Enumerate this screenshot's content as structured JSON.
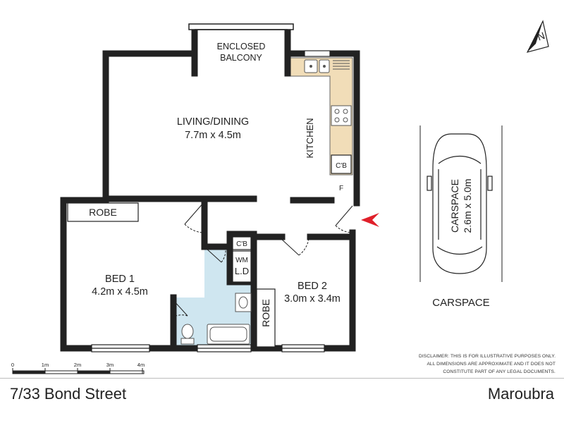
{
  "rooms": {
    "enclosed_balcony": [
      "ENCLOSED",
      "BALCONY"
    ],
    "living_dining": {
      "name": "LIVING/DINING",
      "dims": "7.7m x 4.5m"
    },
    "kitchen": "KITCHEN",
    "kitchen_cupboard": "C'B",
    "fridge": "F",
    "robe_bed1": "ROBE",
    "bed1": {
      "name": "BED 1",
      "dims": "4.2m x 4.5m"
    },
    "hall_cupboard": "C'B",
    "washing_machine": "WM",
    "linen_laundry": "L.D",
    "bed2": {
      "name": "BED 2",
      "dims": "3.0m x 3.4m"
    },
    "robe_bed2": "ROBE",
    "carspace_inner": {
      "name": "CARSPACE",
      "dims": "2.6m x 5.0m"
    },
    "carspace_label": "CARSPACE"
  },
  "scale_bar": {
    "ticks": [
      "0",
      "1m",
      "2m",
      "3m",
      "4m"
    ]
  },
  "disclaimer": [
    "DISCLAIMER: THIS IS FOR ILLUSTRATIVE PURPOSES ONLY.",
    "ALL DIMENSIONS ARE APPROXIMATE AND IT DOES NOT",
    "CONSTITUTE PART OF ANY LEGAL DOCUMENTS."
  ],
  "footer": {
    "address": "7/33 Bond Street",
    "suburb": "Maroubra"
  },
  "north_label": "N",
  "colors": {
    "wall": "#222222",
    "kitchen_bench": "#f1ddb8",
    "wet_area": "#cfe6f0",
    "entry_arrow": "#e0202a"
  },
  "icons": [
    "north-arrow-icon",
    "entry-arrow-icon",
    "car-icon",
    "sink-icon",
    "cooktop-icon",
    "toilet-icon",
    "bathtub-icon",
    "basin-icon"
  ]
}
